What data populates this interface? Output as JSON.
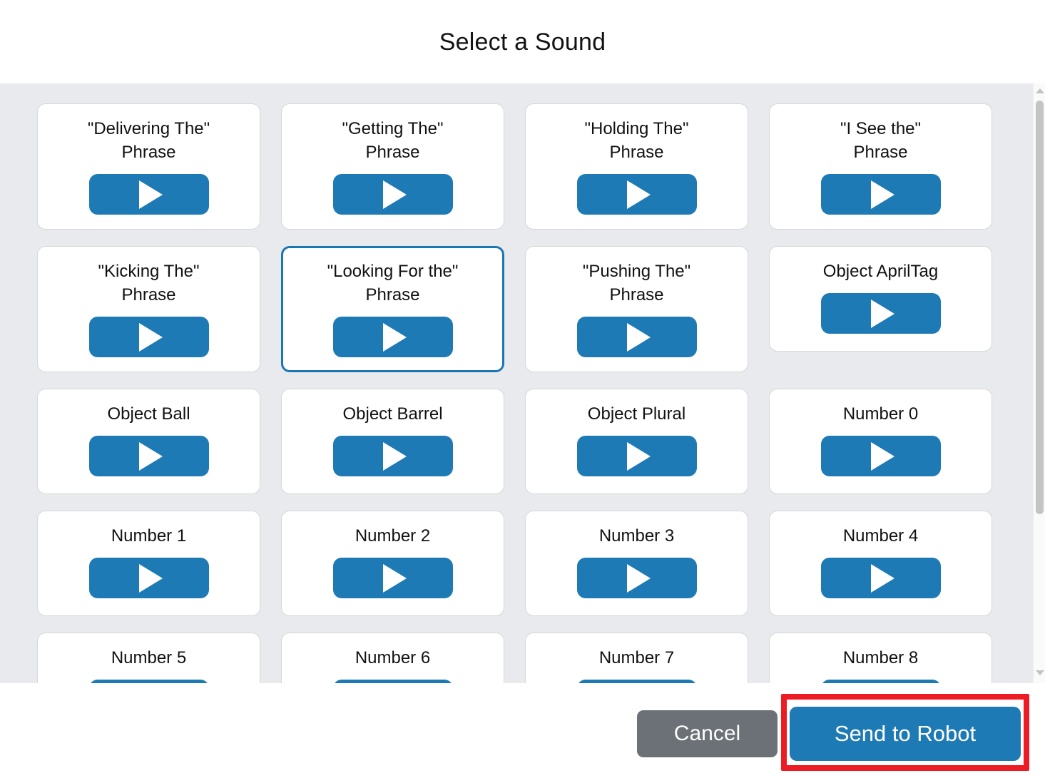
{
  "dialog": {
    "title": "Select a Sound"
  },
  "sounds": [
    {
      "label": "\"Delivering The\"\nPhrase",
      "two_line": true,
      "selected": false,
      "play_icon": "play-icon"
    },
    {
      "label": "\"Getting The\"\nPhrase",
      "two_line": true,
      "selected": false,
      "play_icon": "play-icon"
    },
    {
      "label": "\"Holding The\"\nPhrase",
      "two_line": true,
      "selected": false,
      "play_icon": "play-icon"
    },
    {
      "label": "\"I See the\"\nPhrase",
      "two_line": true,
      "selected": false,
      "play_icon": "play-icon"
    },
    {
      "label": "\"Kicking The\"\nPhrase",
      "two_line": true,
      "selected": false,
      "play_icon": "play-icon"
    },
    {
      "label": "\"Looking For the\"\nPhrase",
      "two_line": true,
      "selected": true,
      "play_icon": "play-icon"
    },
    {
      "label": "\"Pushing The\"\nPhrase",
      "two_line": true,
      "selected": false,
      "play_icon": "play-icon"
    },
    {
      "label": "Object AprilTag",
      "two_line": false,
      "selected": false,
      "play_icon": "play-icon"
    },
    {
      "label": "Object Ball",
      "two_line": false,
      "selected": false,
      "play_icon": "play-icon"
    },
    {
      "label": "Object Barrel",
      "two_line": false,
      "selected": false,
      "play_icon": "play-icon"
    },
    {
      "label": "Object Plural",
      "two_line": false,
      "selected": false,
      "play_icon": "play-icon"
    },
    {
      "label": "Number 0",
      "two_line": false,
      "selected": false,
      "play_icon": "play-icon"
    },
    {
      "label": "Number 1",
      "two_line": false,
      "selected": false,
      "play_icon": "play-icon"
    },
    {
      "label": "Number 2",
      "two_line": false,
      "selected": false,
      "play_icon": "play-icon"
    },
    {
      "label": "Number 3",
      "two_line": false,
      "selected": false,
      "play_icon": "play-icon"
    },
    {
      "label": "Number 4",
      "two_line": false,
      "selected": false,
      "play_icon": "play-icon"
    },
    {
      "label": "Number 5",
      "two_line": false,
      "selected": false,
      "play_icon": "play-icon"
    },
    {
      "label": "Number 6",
      "two_line": false,
      "selected": false,
      "play_icon": "play-icon"
    },
    {
      "label": "Number 7",
      "two_line": false,
      "selected": false,
      "play_icon": "play-icon"
    },
    {
      "label": "Number 8",
      "two_line": false,
      "selected": false,
      "play_icon": "play-icon"
    }
  ],
  "footer": {
    "cancel_label": "Cancel",
    "send_label": "Send to Robot"
  },
  "scrollbar": {
    "up_arrow_icon": "chevron-up-icon",
    "down_arrow_icon": "chevron-down-icon"
  },
  "colors": {
    "accent_blue": "#1e7ab4",
    "selected_border": "#1b76b2",
    "cancel_gray": "#6b7177",
    "body_background": "#e9eaee",
    "highlight_red": "#ed1c24",
    "card_border": "#d6d7da"
  }
}
